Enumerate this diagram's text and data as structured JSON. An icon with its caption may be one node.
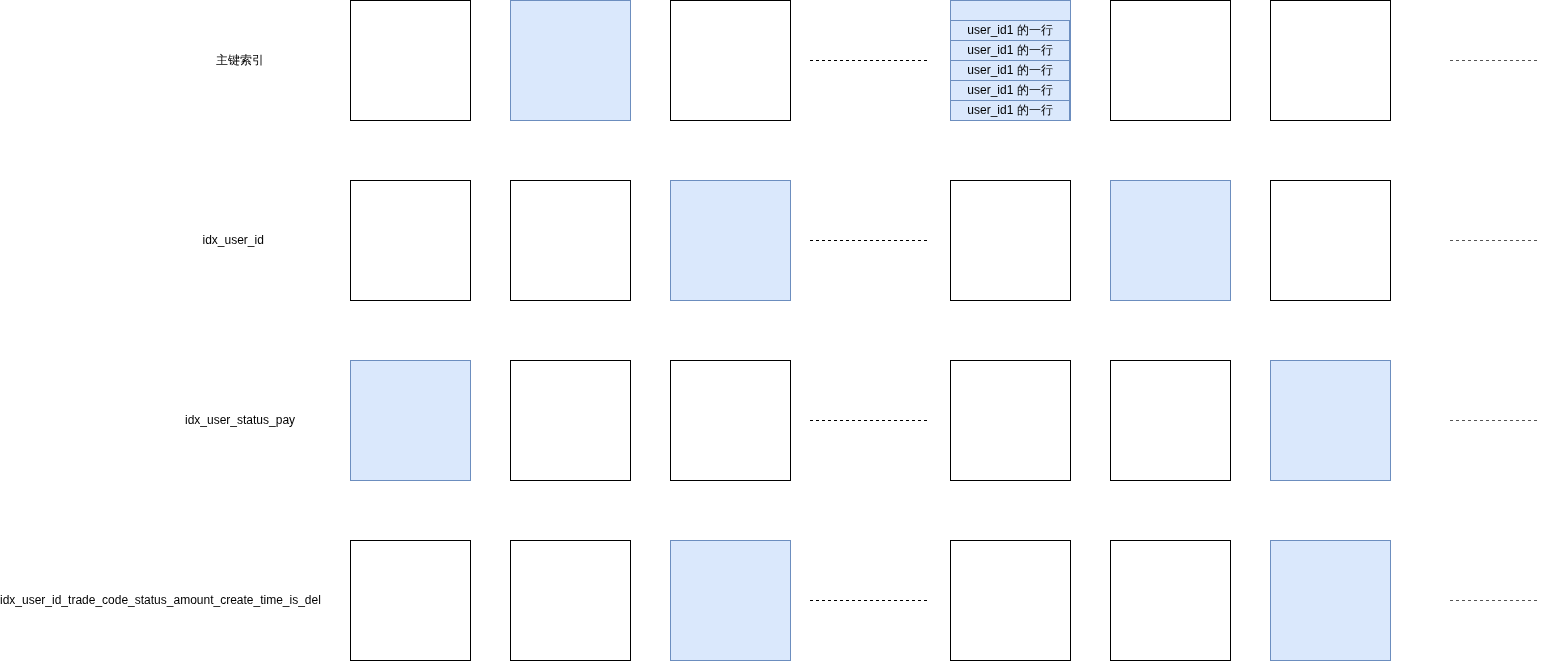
{
  "diagram": {
    "nodes": [
      {
        "text": [],
        "shape": "box"
      },
      {
        "text": [],
        "shape": "box"
      },
      {
        "text": [],
        "shape": "box"
      },
      {
        "text": [],
        "shape": "box"
      },
      {
        "text": [
          "user_id1 的一行"
        ],
        "in": 3
      },
      {
        "text": [
          "user_id1 的一行"
        ],
        "in": 3
      },
      {
        "text": [
          "user_id1 的一行"
        ],
        "in": 3
      },
      {
        "text": [
          "user_id1 的一行"
        ],
        "in": 3
      },
      {
        "text": [
          "user_id1 的一行"
        ],
        "in": 3
      },
      {
        "text": [],
        "shape": "box"
      },
      {
        "text": [],
        "shape": "box"
      },
      {
        "text": [],
        "shape": "box"
      },
      {
        "text": [],
        "shape": "box"
      },
      {
        "text": [],
        "shape": "box"
      },
      {
        "text": [],
        "shape": "box"
      },
      {
        "text": [],
        "shape": "box"
      },
      {
        "text": [],
        "shape": "box"
      },
      {
        "text": [],
        "shape": "box"
      },
      {
        "text": [],
        "shape": "box"
      },
      {
        "text": [],
        "shape": "box"
      },
      {
        "text": [],
        "shape": "box"
      },
      {
        "text": [],
        "shape": "box"
      },
      {
        "text": [],
        "shape": "box"
      },
      {
        "text": [],
        "shape": "box"
      },
      {
        "text": [],
        "shape": "box"
      },
      {
        "text": [],
        "shape": "box"
      },
      {
        "text": [],
        "shape": "box"
      },
      {
        "text": [],
        "shape": "box"
      },
      {
        "text": [],
        "shape": "box"
      }
    ],
    "labels": [
      "主键索引",
      "idx_user_id",
      "idx_user_status_pay",
      "idx_user_id_trade_code_status_amount_create_time_is_del"
    ]
  }
}
